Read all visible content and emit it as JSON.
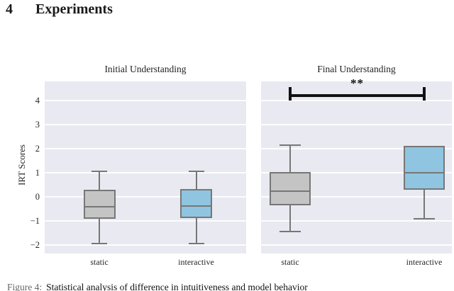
{
  "section": {
    "number": "4",
    "title": "Experiments"
  },
  "colors": {
    "panel_background": "#e9e9f1",
    "gridline": "#ffffff",
    "box_gray": "#c4c4c4",
    "box_blue": "#8fc5e0",
    "box_border": "#777777",
    "annotation": "#111111"
  },
  "chart_data": [
    {
      "type": "box",
      "title": "Initial Understanding",
      "ylabel": "IRT Scores",
      "yticks": [
        4,
        3,
        2,
        1,
        0,
        -1,
        -2
      ],
      "ylim": [
        -2.35,
        4.8
      ],
      "grid": true,
      "categories": [
        "static",
        "interactive"
      ],
      "series": [
        {
          "category": "static",
          "color_key": "box_gray",
          "min": -1.95,
          "q1": -0.9,
          "median": -0.35,
          "q3": 0.3,
          "max": 1.05
        },
        {
          "category": "interactive",
          "color_key": "box_blue",
          "min": -1.95,
          "q1": -0.87,
          "median": -0.33,
          "q3": 0.33,
          "max": 1.05
        }
      ]
    },
    {
      "type": "box",
      "title": "Final Understanding",
      "ylabel": "IRT Scores",
      "yticks": [
        4,
        3,
        2,
        1,
        0,
        -1,
        -2
      ],
      "ylim": [
        -2.35,
        4.8
      ],
      "grid": true,
      "categories": [
        "static",
        "interactive"
      ],
      "series": [
        {
          "category": "static",
          "color_key": "box_gray",
          "min": -1.45,
          "q1": -0.35,
          "median": 0.3,
          "q3": 1.03,
          "max": 2.15
        },
        {
          "category": "interactive",
          "color_key": "box_blue",
          "min": -0.9,
          "q1": 0.3,
          "median": 1.05,
          "q3": 2.12,
          "max": 2.12
        }
      ],
      "significance": {
        "label": "**",
        "between": [
          "static",
          "interactive"
        ]
      }
    }
  ],
  "caption": {
    "label": "Figure 4:",
    "text": "Statistical analysis of difference in intuitiveness and model behavior"
  }
}
